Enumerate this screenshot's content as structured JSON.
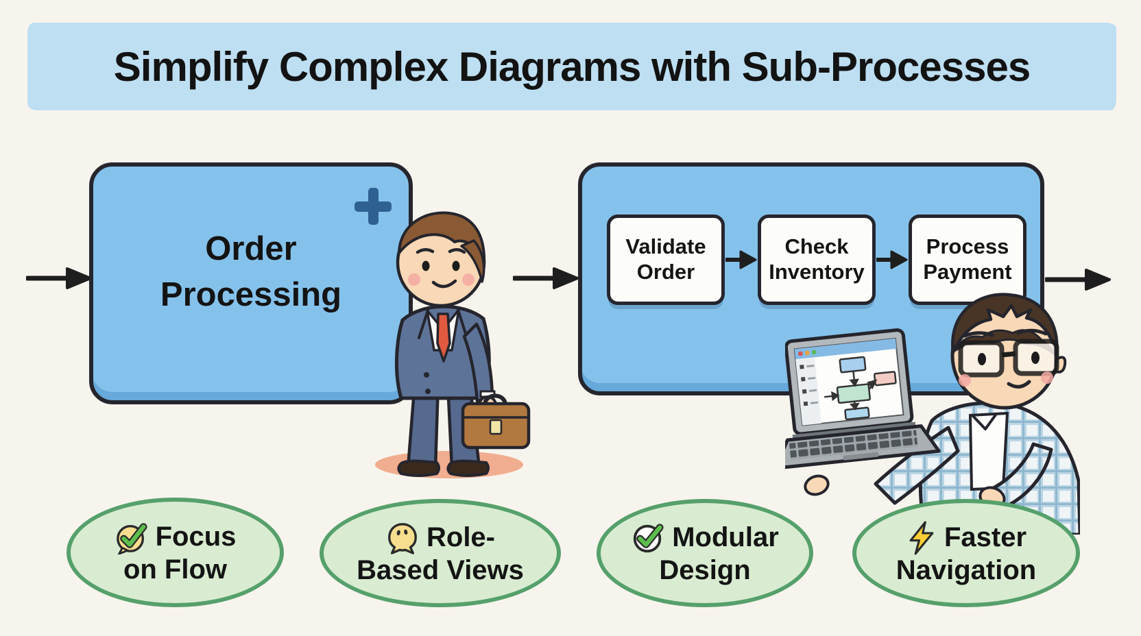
{
  "title": "Simplify Complex Diagrams with Sub-Processes",
  "main_process": {
    "label": "Order Processing",
    "corner_icon": "plus-icon"
  },
  "subprocess": {
    "steps": [
      {
        "label": "Validate Order"
      },
      {
        "label": "Check Inventory"
      },
      {
        "label": "Process Payment"
      }
    ]
  },
  "badges": [
    {
      "icon": "check-bubble-icon",
      "line1": "Focus",
      "line2": "on Flow"
    },
    {
      "icon": "role-person-icon",
      "line1": "Role-",
      "line2": "Based Views"
    },
    {
      "icon": "check-circle-icon",
      "line1": "Modular",
      "line2": "Design"
    },
    {
      "icon": "lightning-icon",
      "line1": "Faster",
      "line2": "Navigation"
    }
  ],
  "colors": {
    "background": "#F7F4ED",
    "banner_blue": "#BEDFF2",
    "process_blue": "#85C2EB",
    "process_shade": "#66A9DA",
    "outline_dark": "#25252D",
    "step_white": "#FCFCF9",
    "badge_green_fill": "#D9ECD1",
    "badge_green_border": "#56A06B",
    "check_green": "#5CBE4C",
    "icon_yellow": "#F7DE8F",
    "bolt_yellow": "#F9CE35",
    "plus_blue": "#2E6191",
    "tie_red": "#E05A3F",
    "arrow_black": "#1E1E1E"
  }
}
